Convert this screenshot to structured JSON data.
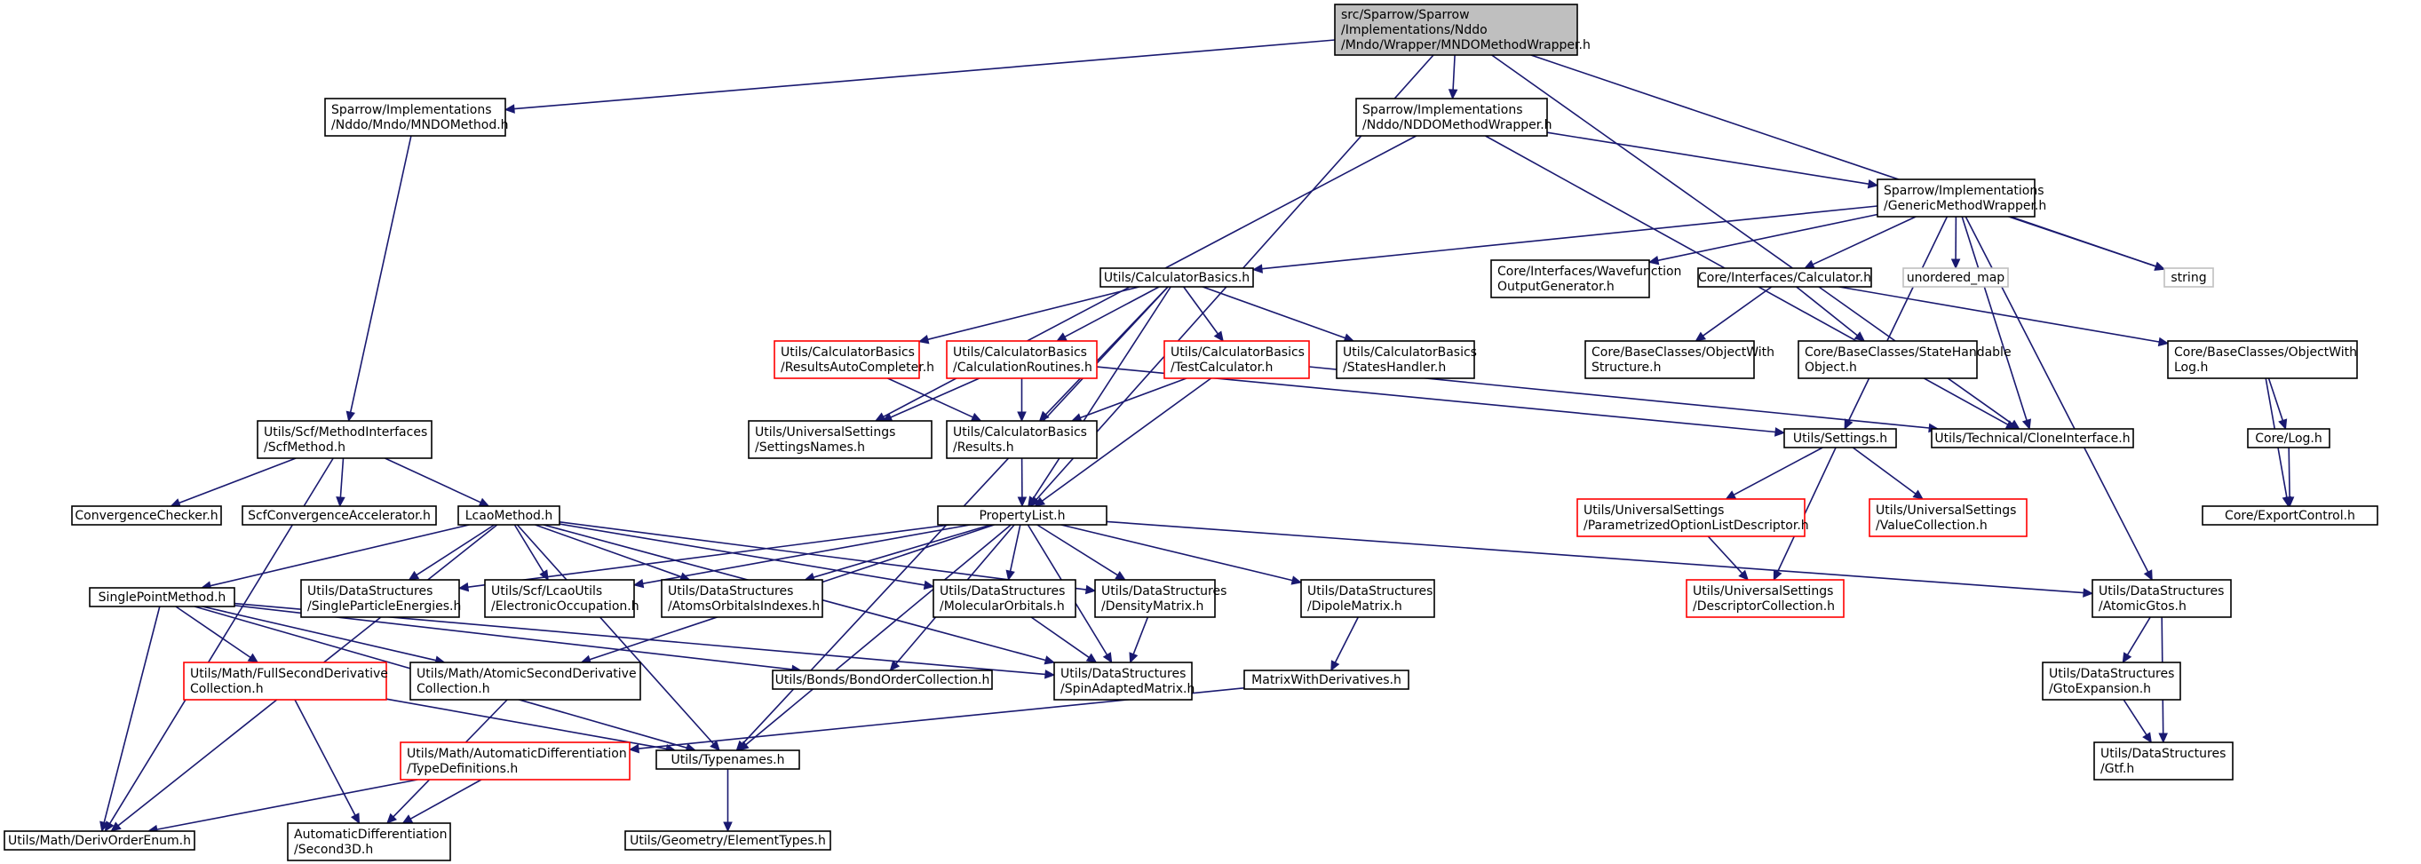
{
  "nodes": {
    "root": [
      "src/Sparrow/Sparrow",
      "/Implementations/Nddo",
      "/Mndo/Wrapper/MNDOMethodWrapper.h"
    ],
    "mndo_method": [
      "Sparrow/Implementations",
      "/Nddo/Mndo/MNDOMethod.h"
    ],
    "nddo_wrapper": [
      "Sparrow/Implementations",
      "/Nddo/NDDOMethodWrapper.h"
    ],
    "generic_wrapper": [
      "Sparrow/Implementations",
      "/GenericMethodWrapper.h"
    ],
    "calc_basics": [
      "Utils/CalculatorBasics.h"
    ],
    "wavefunction": [
      "Core/Interfaces/Wavefunction",
      "OutputGenerator.h"
    ],
    "calculator": [
      "Core/Interfaces/Calculator.h"
    ],
    "unordered_map": [
      "unordered_map"
    ],
    "string": [
      "string"
    ],
    "results_auto": [
      "Utils/CalculatorBasics",
      "/ResultsAutoCompleter.h"
    ],
    "calc_routines": [
      "Utils/CalculatorBasics",
      "/CalculationRoutines.h"
    ],
    "test_calc": [
      "Utils/CalculatorBasics",
      "/TestCalculator.h"
    ],
    "states_handler": [
      "Utils/CalculatorBasics",
      "/StatesHandler.h"
    ],
    "obj_with_structure": [
      "Core/BaseClasses/ObjectWith",
      "Structure.h"
    ],
    "state_handable": [
      "Core/BaseClasses/StateHandable",
      "Object.h"
    ],
    "obj_with_log": [
      "Core/BaseClasses/ObjectWith",
      "Log.h"
    ],
    "scf_method": [
      "Utils/Scf/MethodInterfaces",
      "/ScfMethod.h"
    ],
    "settings_names": [
      "Utils/UniversalSettings",
      "/SettingsNames.h"
    ],
    "results": [
      "Utils/CalculatorBasics",
      "/Results.h"
    ],
    "settings": [
      "Utils/Settings.h"
    ],
    "clone_interface": [
      "Utils/Technical/CloneInterface.h"
    ],
    "core_log": [
      "Core/Log.h"
    ],
    "convergence_checker": [
      "ConvergenceChecker.h"
    ],
    "scf_conv_acc": [
      "ScfConvergenceAccelerator.h"
    ],
    "lcao_method": [
      "LcaoMethod.h"
    ],
    "property_list": [
      "PropertyList.h"
    ],
    "param_option": [
      "Utils/UniversalSettings",
      "/ParametrizedOptionListDescriptor.h"
    ],
    "value_collection": [
      "Utils/UniversalSettings",
      "/ValueCollection.h"
    ],
    "export_control": [
      "Core/ExportControl.h"
    ],
    "single_point": [
      "SinglePointMethod.h"
    ],
    "single_particle": [
      "Utils/DataStructures",
      "/SingleParticleEnergies.h"
    ],
    "electronic_occ": [
      "Utils/Scf/LcaoUtils",
      "/ElectronicOccupation.h"
    ],
    "atoms_orbitals": [
      "Utils/DataStructures",
      "/AtomsOrbitalsIndexes.h"
    ],
    "molecular_orbitals": [
      "Utils/DataStructures",
      "/MolecularOrbitals.h"
    ],
    "density_matrix": [
      "Utils/DataStructures",
      "/DensityMatrix.h"
    ],
    "dipole_matrix": [
      "Utils/DataStructures",
      "/DipoleMatrix.h"
    ],
    "descriptor_collection": [
      "Utils/UniversalSettings",
      "/DescriptorCollection.h"
    ],
    "atomic_gtos": [
      "Utils/DataStructures",
      "/AtomicGtos.h"
    ],
    "full_second_deriv": [
      "Utils/Math/FullSecondDerivative",
      "Collection.h"
    ],
    "atomic_second_deriv": [
      "Utils/Math/AtomicSecondDerivative",
      "Collection.h"
    ],
    "bond_order": [
      "Utils/Bonds/BondOrderCollection.h"
    ],
    "spin_adapted": [
      "Utils/DataStructures",
      "/SpinAdaptedMatrix.h"
    ],
    "matrix_with_deriv": [
      "MatrixWithDerivatives.h"
    ],
    "gto_expansion": [
      "Utils/DataStructures",
      "/GtoExpansion.h"
    ],
    "autodiff_typedefs": [
      "Utils/Math/AutomaticDifferentiation",
      "/TypeDefinitions.h"
    ],
    "typenames": [
      "Utils/Typenames.h"
    ],
    "gtf": [
      "Utils/DataStructures",
      "/Gtf.h"
    ],
    "deriv_order": [
      "Utils/Math/DerivOrderEnum.h"
    ],
    "second3d": [
      "AutomaticDifferentiation",
      "/Second3D.h"
    ],
    "element_types": [
      "Utils/Geometry/ElementTypes.h"
    ]
  }
}
